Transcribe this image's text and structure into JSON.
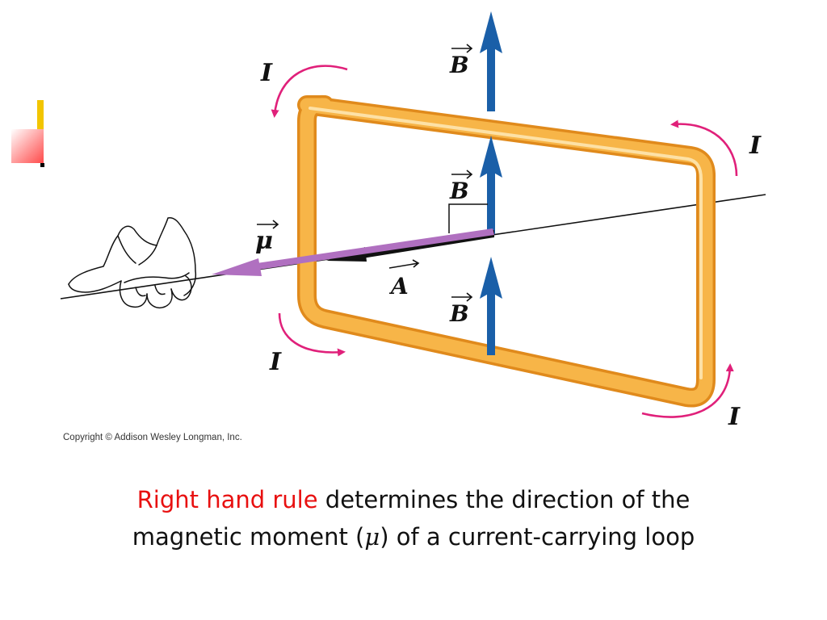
{
  "diagram": {
    "current_label": "I",
    "field_label": "B",
    "moment_label": "μ",
    "area_label": "A",
    "copyright": "Copyright © Addison Wesley Longman, Inc.",
    "colors": {
      "loop": "#f3a83a",
      "field_arrow": "#1a5fa8",
      "moment_arrow": "#b070c0",
      "current_arrow": "#e0207a"
    }
  },
  "caption": {
    "highlight": "Right hand rule",
    "text_1": " determines the direction of the",
    "text_2": "magnetic moment (",
    "mu": "μ",
    "text_3": ") of a current-carrying loop"
  }
}
